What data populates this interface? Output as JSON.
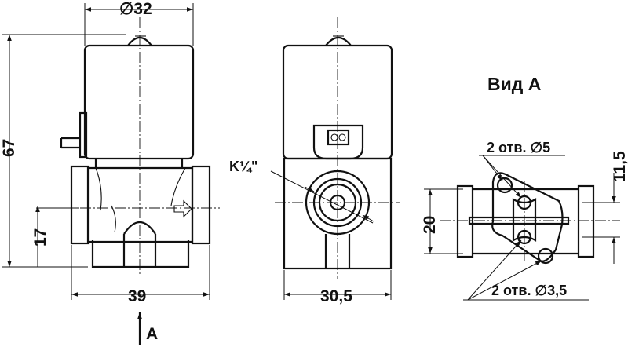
{
  "drawing": {
    "dim_diameter_body": "∅32",
    "dim_height_total": "67",
    "dim_height_port": "17",
    "dim_width_left": "39",
    "dim_width_middle": "30,5",
    "thread_label": "K¼\"",
    "view_title": "Вид А",
    "view_arrow_label": "А",
    "holes_large": "2 отв. ∅5",
    "holes_small": "2 отв. ∅3,5",
    "dim_spacing": "11,5",
    "dim_pipe": "20"
  }
}
